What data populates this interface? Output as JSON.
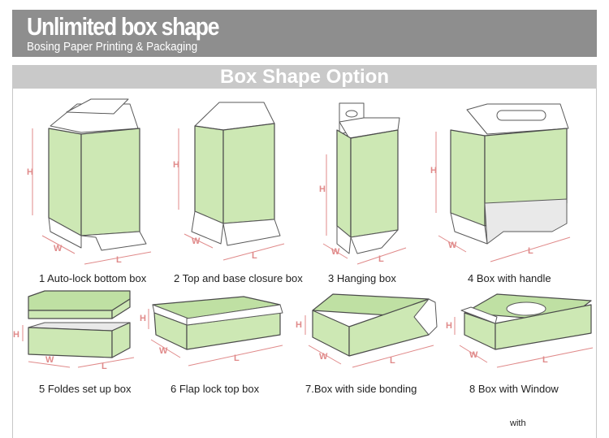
{
  "header": {
    "title": "Unlimited box shape",
    "subtitle": "Bosing Paper Printing & Packaging"
  },
  "section": {
    "title": "Box Shape Option"
  },
  "boxes": [
    {
      "caption": "1 Auto-lock bottom box"
    },
    {
      "caption": "2 Top and base closure box"
    },
    {
      "caption": "3 Hanging box"
    },
    {
      "caption": "4 Box with handle"
    },
    {
      "caption": "5 Foldes set up box"
    },
    {
      "caption": "6 Flap lock top box"
    },
    {
      "caption": "7.Box with side bonding"
    },
    {
      "caption": "8 Box with Window"
    }
  ],
  "dimension_labels": {
    "height": "H",
    "width": "W",
    "length": "L"
  },
  "footer_fragment": "with",
  "colors": {
    "banner": "#8e8e8e",
    "section_bar": "#c9c9c9",
    "box_green": "#cde8b4",
    "dimension_lines": "#e08a8a"
  }
}
